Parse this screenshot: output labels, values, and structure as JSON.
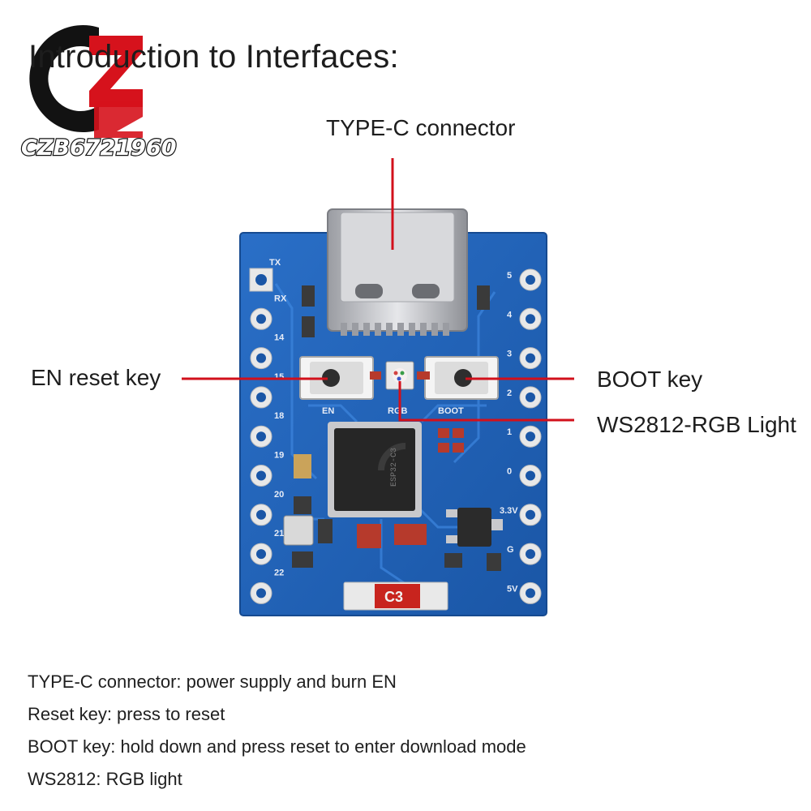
{
  "title": "Introduction to Interfaces:",
  "watermark": {
    "text": "CZB6721960",
    "colors": {
      "dark": "#121212",
      "red": "#d6121c"
    }
  },
  "callouts": {
    "type_c": "TYPE-C connector",
    "en_reset": "EN reset key",
    "boot": "BOOT key",
    "rgb": "WS2812-RGB Light"
  },
  "board_labels": {
    "left_pins": [
      "TX",
      "RX",
      "14",
      "15",
      "18",
      "19",
      "20",
      "21",
      "22"
    ],
    "right_pins": [
      "5",
      "4",
      "3",
      "2",
      "1",
      "0",
      "3.3V",
      "G",
      "5V"
    ],
    "en": "EN",
    "rgb": "RGB",
    "boot": "BOOT",
    "chip_text": "ESP32-C3",
    "model": "C3"
  },
  "descriptions": [
    "TYPE-C connector: power supply and burn EN",
    "Reset key: press to reset",
    "BOOT key: hold down and press reset to enter download mode",
    "WS2812: RGB light"
  ],
  "colors": {
    "pcb": "#1d5fb5",
    "pcb_edge": "#2a74cf",
    "callout_line": "#d2101b",
    "chip": "#2a2a2a",
    "silver": "#c9c9cc"
  }
}
